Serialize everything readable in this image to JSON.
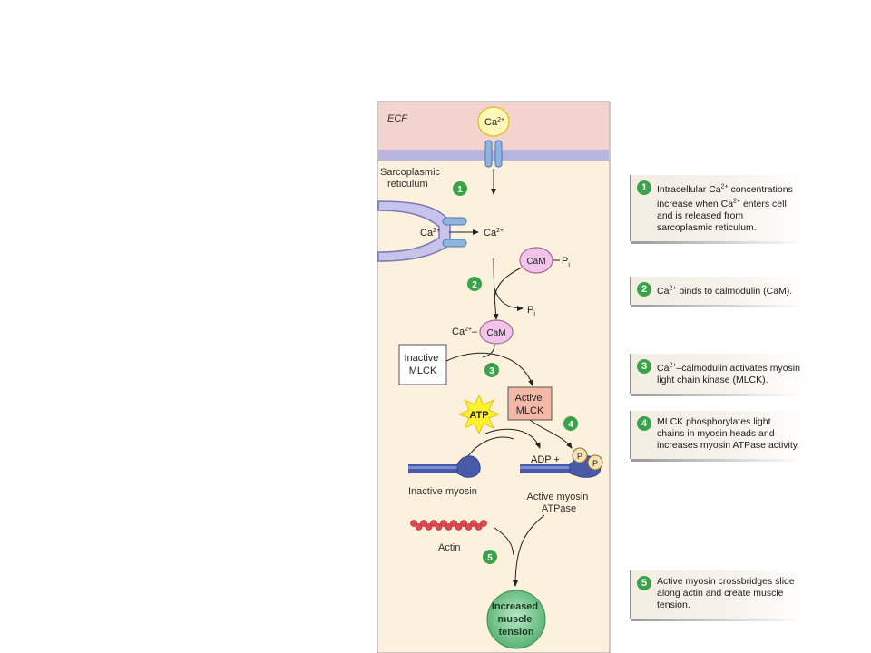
{
  "compartments": {
    "extracellular": "ECF",
    "sr_label_line1": "Sarcoplasmic",
    "sr_label_line2": "reticulum"
  },
  "ions": {
    "calcium": "Ca",
    "calcium_charge": "2+"
  },
  "molecules": {
    "calmodulin": "CaM",
    "phosphate": "P",
    "phosphate_sub": "i",
    "ca_cam_prefix": "Ca",
    "ca_cam_charge": "2+",
    "ca_cam_dash": "–",
    "atp": "ATP",
    "adp_plus": "ADP +",
    "p_label": "P"
  },
  "enzymes": {
    "inactive_mlck_line1": "Inactive",
    "inactive_mlck_line2": "MLCK",
    "active_mlck_line1": "Active",
    "active_mlck_line2": "MLCK"
  },
  "proteins": {
    "inactive_myosin": "Inactive myosin",
    "active_myosin_line1": "Active myosin",
    "active_myosin_line2": "ATPase",
    "actin": "Actin"
  },
  "outcome": {
    "line1": "Increased",
    "line2": "muscle",
    "line3": "tension"
  },
  "step_numbers": [
    "1",
    "2",
    "3",
    "4",
    "5"
  ],
  "callouts": [
    {
      "num": "1",
      "before": "Intracellular Ca",
      "sup": "2+",
      "after": " concentrations increase when Ca",
      "sup2": "2+",
      "after2": " enters cell and is released from sarcoplasmic reticulum."
    },
    {
      "num": "2",
      "before": "Ca",
      "sup": "2+",
      "after": " binds to calmodulin (CaM)."
    },
    {
      "num": "3",
      "before": "Ca",
      "sup": "2+",
      "after": "–calmodulin activates myosin light chain kinase (MLCK)."
    },
    {
      "num": "4",
      "before": "MLCK phosphorylates light chains in myosin heads and increases myosin ATPase activity.",
      "sup": "",
      "after": ""
    },
    {
      "num": "5",
      "before": "Active myosin crossbridges slide along actin and create muscle tension.",
      "sup": "",
      "after": ""
    }
  ],
  "colors": {
    "ecf_band": "#f4d3cf",
    "membrane": "#b9b4e0",
    "cytoplasm": "#fbf1dc",
    "channel": "#8fb5de",
    "ca_ion": "#fff7b8",
    "calmodulin": "#f2c4ea",
    "active_mlck": "#f4b9a6",
    "atp_burst": "#fff22a",
    "myosin": "#4a5aa8",
    "actin": "#e0474f",
    "step_badge": "#3aa34a",
    "outcome": "#6fc48c",
    "phosphate_circle": "#f6e2b5"
  }
}
